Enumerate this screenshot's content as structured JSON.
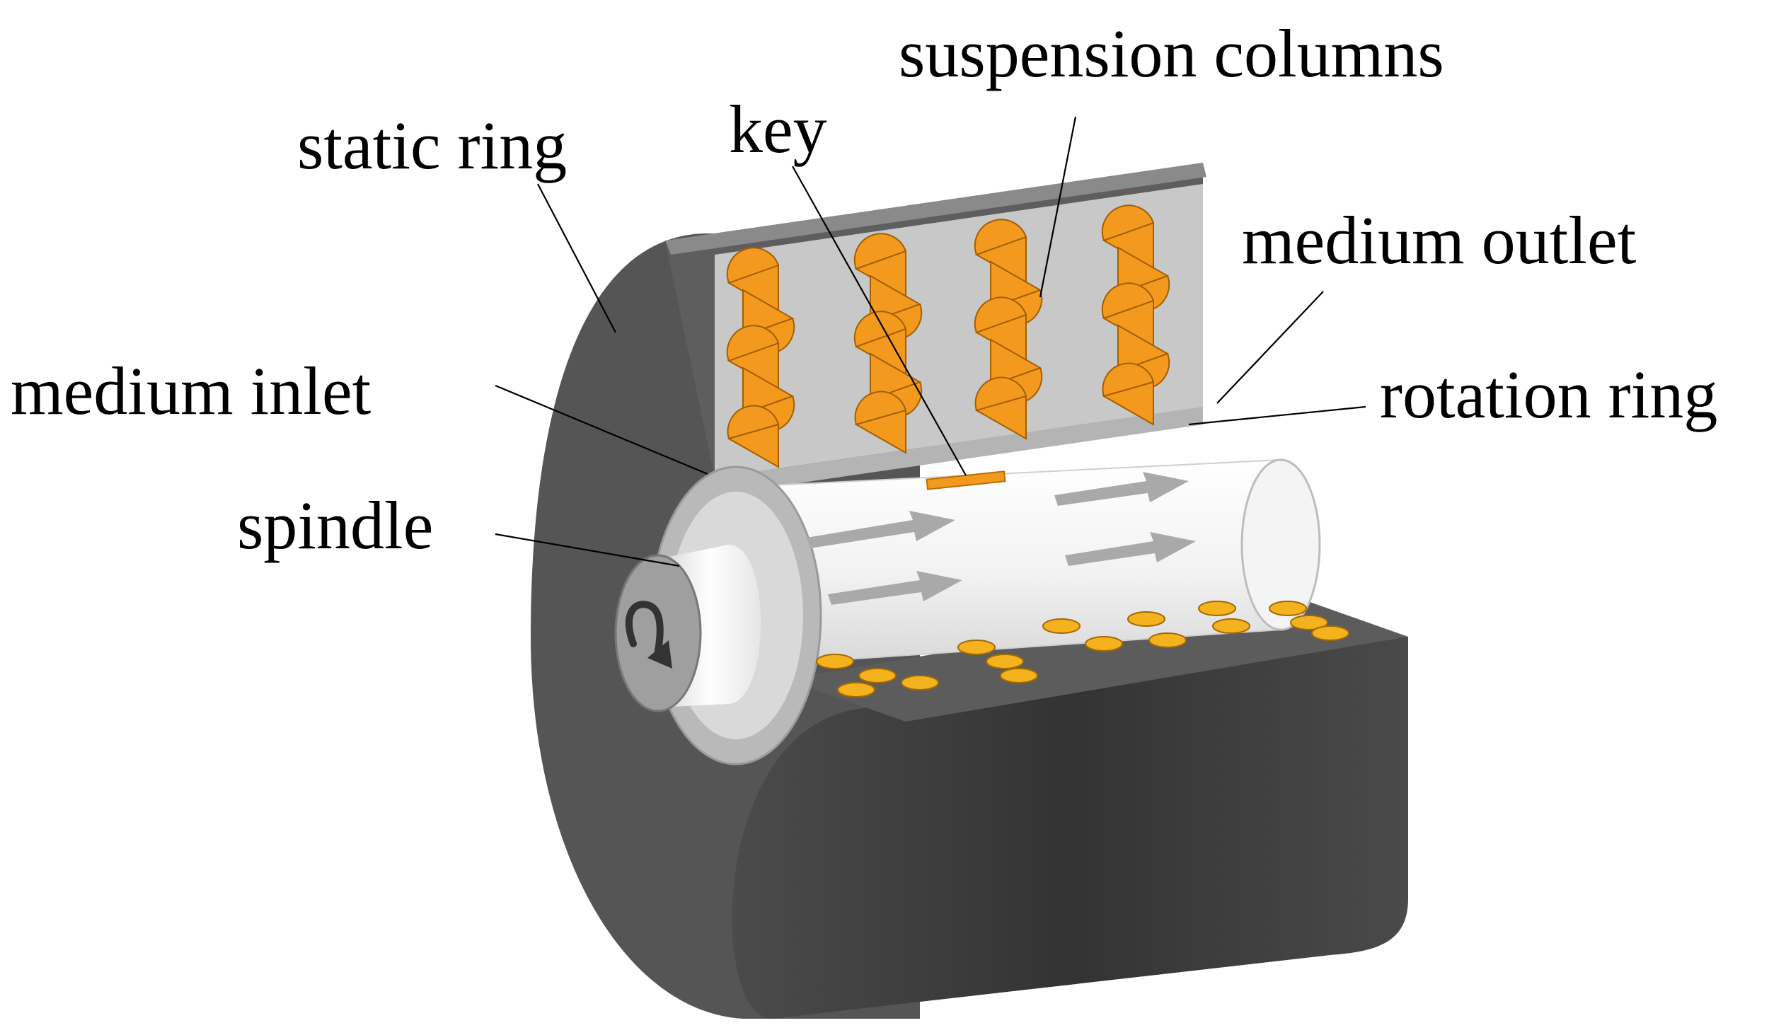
{
  "labels": {
    "suspension_columns": "suspension columns",
    "key": "key",
    "static_ring": "static ring",
    "medium_outlet": "medium outlet",
    "medium_inlet": "medium inlet",
    "rotation_ring": "rotation ring",
    "spindle": "spindle"
  },
  "colors": {
    "static_ring_body": "#555555",
    "static_ring_dark": "#3a3a3a",
    "rotation_ring": "#c8c8c8",
    "spindle": "#efefef",
    "suspension_columns": "#f39a1e",
    "suspension_columns_bottom": "#f3b21e",
    "flow_arrows": "#a9a9a9"
  },
  "icons": {
    "rotation": "curved-arrow-icon"
  }
}
